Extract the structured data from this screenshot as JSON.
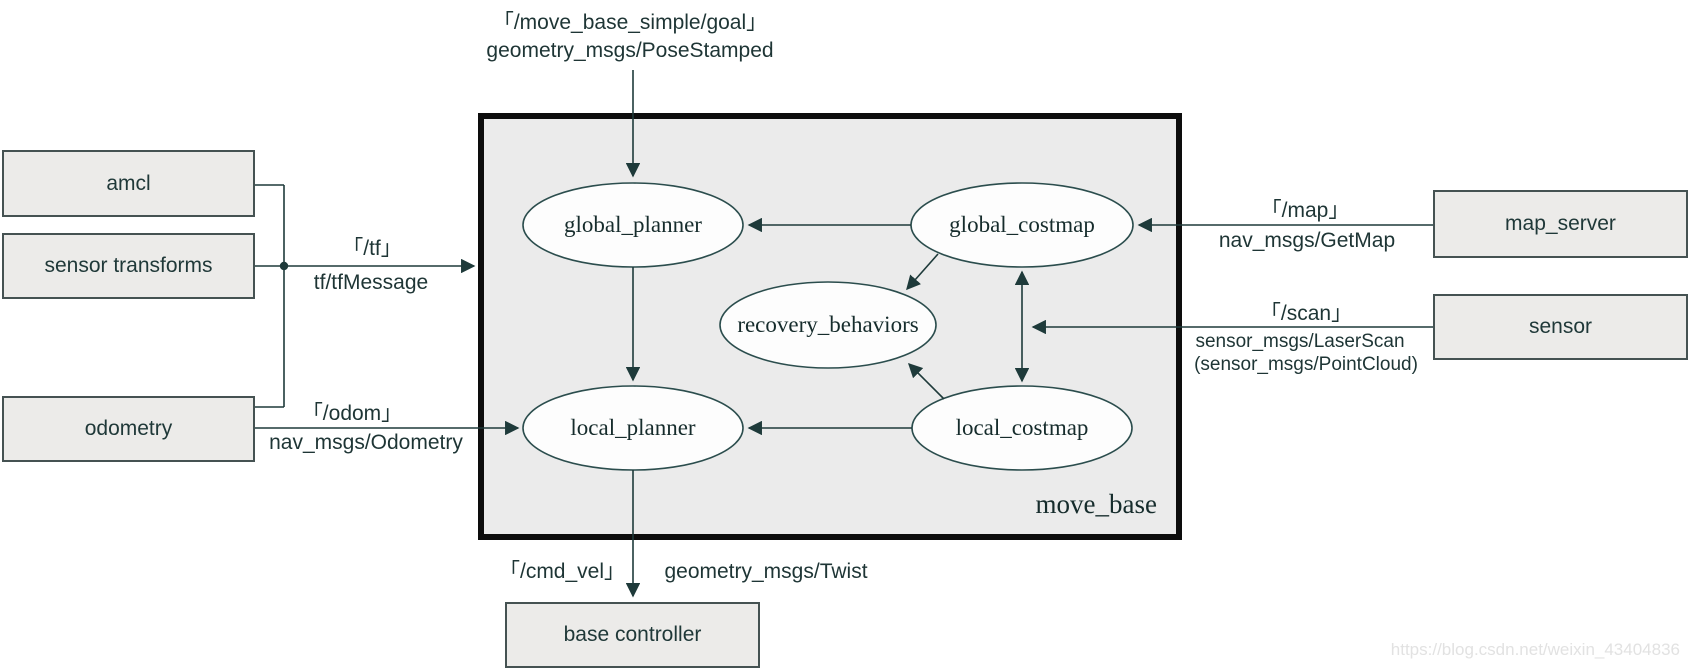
{
  "container": {
    "label": "move_base"
  },
  "nodes": {
    "global_planner": "global_planner",
    "global_costmap": "global_costmap",
    "recovery_behaviors": "recovery_behaviors",
    "local_planner": "local_planner",
    "local_costmap": "local_costmap"
  },
  "boxes": {
    "amcl": "amcl",
    "sensor_transforms": "sensor transforms",
    "odometry": "odometry",
    "map_server": "map_server",
    "sensor": "sensor",
    "base_controller": "base controller"
  },
  "topics": {
    "goal": {
      "topic": "「/move_base_simple/goal」",
      "type": "geometry_msgs/PoseStamped"
    },
    "tf": {
      "topic": "「/tf」",
      "type": "tf/tfMessage"
    },
    "odom": {
      "topic": "「/odom」",
      "type": "nav_msgs/Odometry"
    },
    "map": {
      "topic": "「/map」",
      "type": "nav_msgs/GetMap"
    },
    "scan": {
      "topic": "「/scan」",
      "type": "sensor_msgs/LaserScan",
      "type_alt": "(sensor_msgs/PointCloud)"
    },
    "cmd_vel": {
      "topic": "「/cmd_vel」",
      "type": "geometry_msgs/Twist"
    }
  },
  "watermark": "https://blog.csdn.net/weixin_43404836",
  "colors": {
    "line": "#1e3a3a",
    "ellipse_stroke": "#2b4d4d",
    "box_fill": "#ecebe9",
    "container_fill": "#ebebeb",
    "container_border": "#0d0d0d",
    "watermark": "#e2e2e2"
  }
}
